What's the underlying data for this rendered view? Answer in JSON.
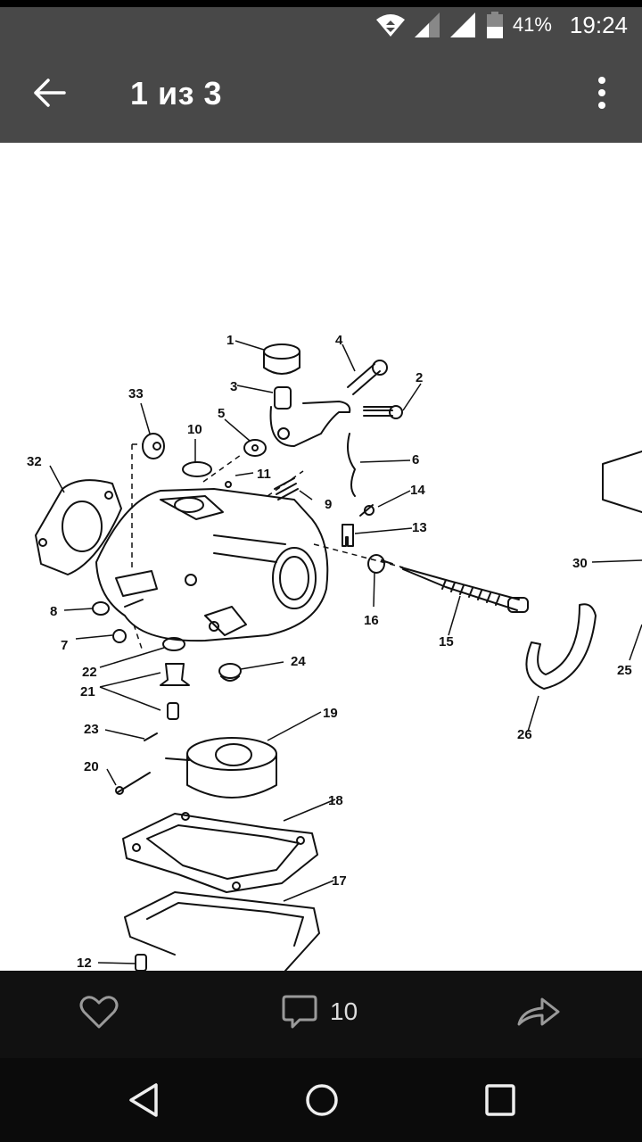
{
  "status_bar": {
    "battery_percent": "41%",
    "time": "19:24",
    "icons": [
      "wifi-data-icon",
      "signal-sim1-icon",
      "signal-sim2-icon",
      "battery-icon"
    ]
  },
  "app_bar": {
    "back_icon": "arrow-left-icon",
    "title": "1 из 3",
    "menu_icon": "more-vert-icon"
  },
  "image": {
    "description": "Exploded parts diagram of a carburetor with numbered callouts",
    "callouts": [
      "1",
      "2",
      "3",
      "4",
      "5",
      "6",
      "7",
      "8",
      "9",
      "10",
      "11",
      "12",
      "13",
      "14",
      "15",
      "16",
      "17",
      "18",
      "19",
      "20",
      "21",
      "22",
      "23",
      "24",
      "25",
      "26",
      "30",
      "32",
      "33"
    ]
  },
  "actions": {
    "like_icon": "heart-outline-icon",
    "comment_icon": "comment-bubble-icon",
    "comment_count": "10",
    "share_icon": "share-arrow-icon"
  },
  "nav_bar": {
    "back_icon": "nav-back-triangle-icon",
    "home_icon": "nav-home-circle-icon",
    "recents_icon": "nav-recents-square-icon"
  },
  "colors": {
    "bar_bg": "#484848",
    "action_bg": "#111111",
    "nav_bg": "#0b0b0b",
    "icon_gray": "#9a9a9a"
  }
}
